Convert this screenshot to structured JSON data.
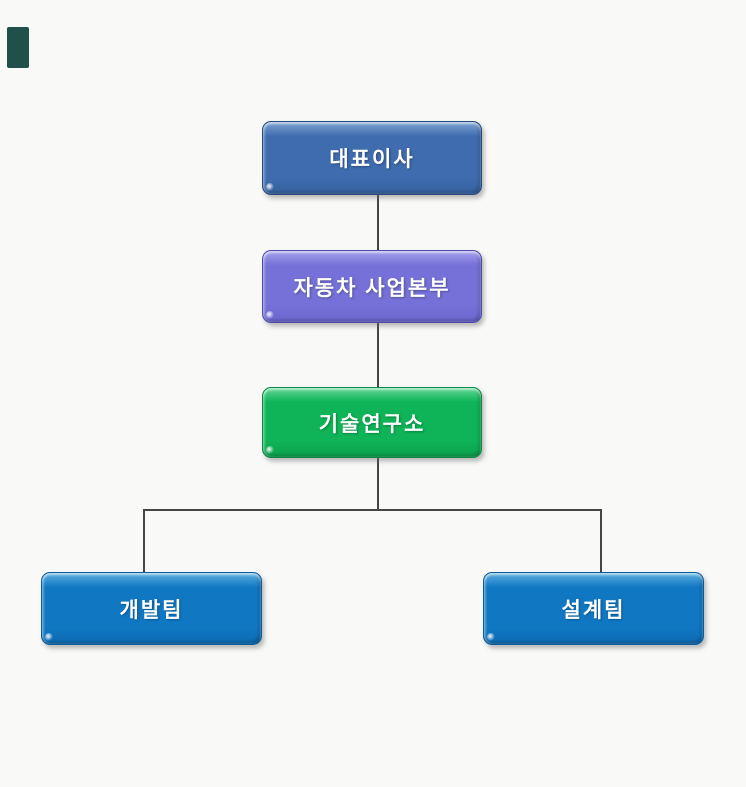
{
  "canvas": {
    "background": "#f9f9f7"
  },
  "corner_mark": {
    "color": "#20504a"
  },
  "connectors": {
    "color": "#454545"
  },
  "nodes": [
    {
      "id": "ceo",
      "label": "대표이사",
      "fill": "#3e6cae",
      "fill_light": "#7fa3d4",
      "fill_dark": "#35619e",
      "border": "#26497e"
    },
    {
      "id": "business-division",
      "label": "자동차 사업본부",
      "fill": "#7571d8",
      "fill_light": "#a5a2ec",
      "fill_dark": "#6a66cd",
      "border": "#4d4aae"
    },
    {
      "id": "tech-lab",
      "label": "기술연구소",
      "fill": "#0eb457",
      "fill_light": "#63d797",
      "fill_dark": "#0ba04d",
      "border": "#0a8a44"
    },
    {
      "id": "dev-team",
      "label": "개발팀",
      "fill": "#1078c3",
      "fill_light": "#5fb0e2",
      "fill_dark": "#0d6ab1",
      "border": "#0b5c9b"
    },
    {
      "id": "design-team",
      "label": "설계팀",
      "fill": "#1078c3",
      "fill_light": "#5fb0e2",
      "fill_dark": "#0d6ab1",
      "border": "#0b5c9b"
    }
  ]
}
